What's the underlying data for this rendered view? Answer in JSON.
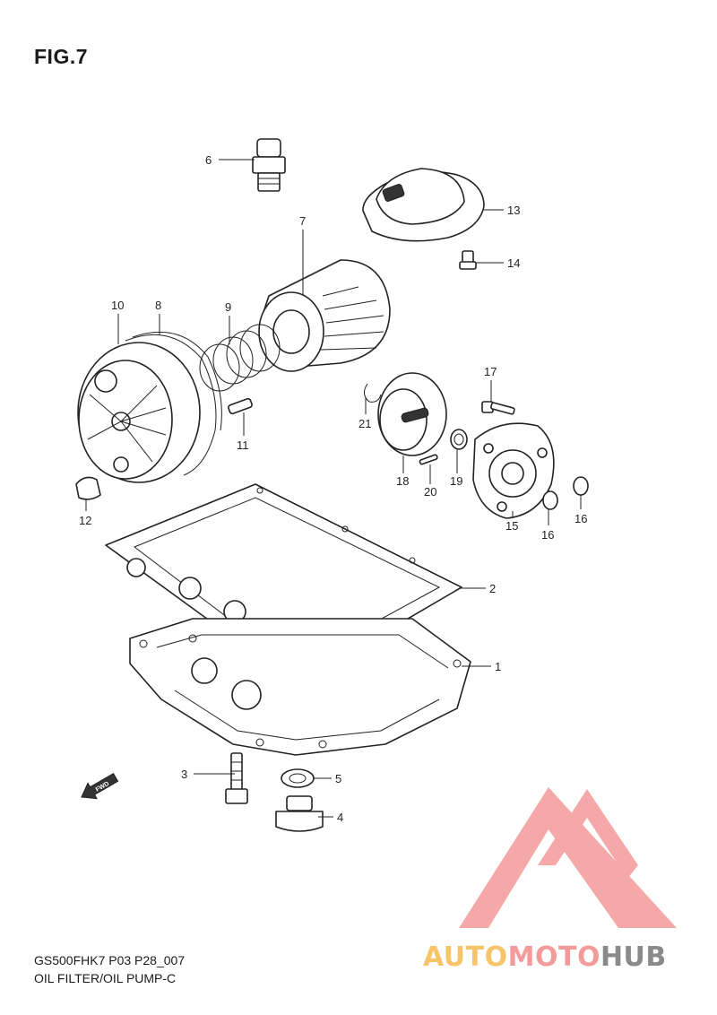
{
  "figure": {
    "title": "FIG.7",
    "code": "GS500FHK7 P03 P28_007",
    "name": "OIL FILTER/OIL PUMP-C"
  },
  "callouts": [
    {
      "num": "1"
    },
    {
      "num": "2"
    },
    {
      "num": "3"
    },
    {
      "num": "4"
    },
    {
      "num": "5"
    },
    {
      "num": "6"
    },
    {
      "num": "7"
    },
    {
      "num": "8"
    },
    {
      "num": "9"
    },
    {
      "num": "10"
    },
    {
      "num": "11"
    },
    {
      "num": "12"
    },
    {
      "num": "13"
    },
    {
      "num": "14"
    },
    {
      "num": "15"
    },
    {
      "num": "16"
    },
    {
      "num": "16"
    },
    {
      "num": "17"
    },
    {
      "num": "18"
    },
    {
      "num": "19"
    },
    {
      "num": "20"
    },
    {
      "num": "21"
    }
  ],
  "fwd_label": "FWD",
  "watermark": {
    "part1": "AUTO",
    "part2": "MOTO",
    "part3": "HUB",
    "color_triangle": "#f28b8b",
    "color_auto": "#f7c46a",
    "color_moto": "#f49a9a",
    "color_hub": "#8a8a8a"
  }
}
